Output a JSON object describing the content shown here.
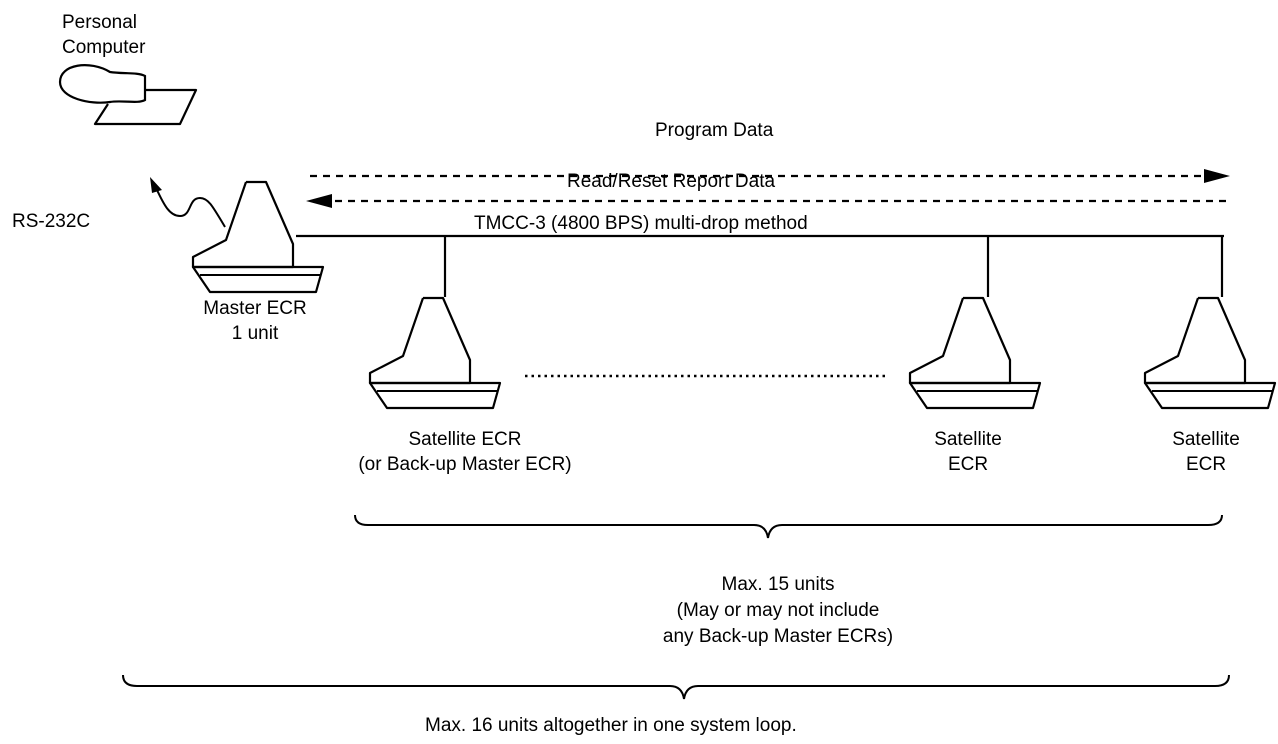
{
  "pc_label": [
    "Personal",
    "Computer"
  ],
  "rs232_label": "RS-232C",
  "program_data_label": "Program Data",
  "read_reset_label": "Read/Reset Report Data",
  "tmcc_label": "TMCC-3 (4800 BPS) multi-drop method",
  "master_label": [
    "Master ECR",
    "1 unit"
  ],
  "satellite_1_label": [
    "Satellite ECR",
    "(or Back-up Master ECR)"
  ],
  "satellite_2_label": [
    "Satellite",
    "ECR"
  ],
  "satellite_3_label": [
    "Satellite",
    "ECR"
  ],
  "max15_label": [
    "Max. 15 units",
    "(May or may not include",
    "any Back-up Master ECRs)"
  ],
  "max16_label": "Max. 16 units altogether in one system loop."
}
